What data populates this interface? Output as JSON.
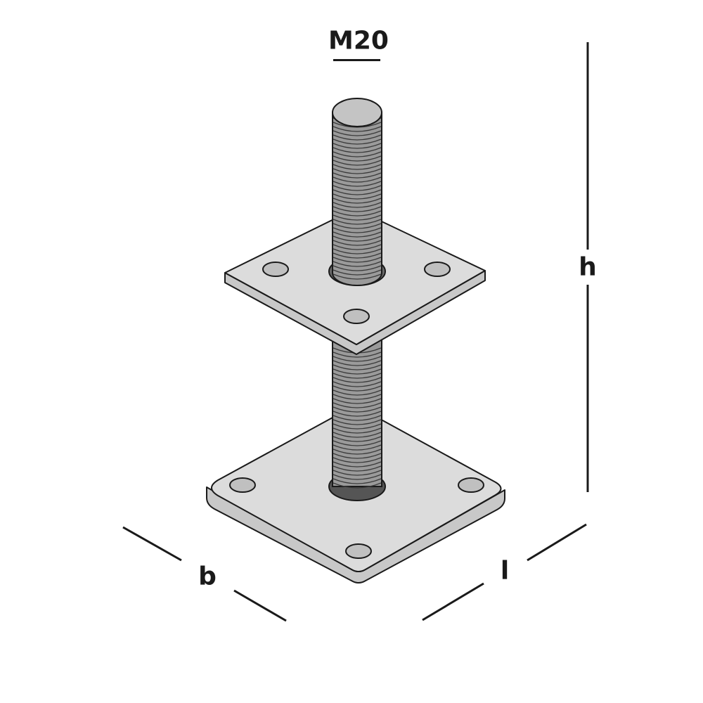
{
  "title": "M20",
  "dimensions": {
    "height": "h",
    "width_b": "b",
    "length_l": "l"
  },
  "colors": {
    "plate": "#dcdcdc",
    "plate_edge": "#c4c4c4",
    "rod": "#9a9a9a",
    "outline": "#1a1a1a"
  }
}
